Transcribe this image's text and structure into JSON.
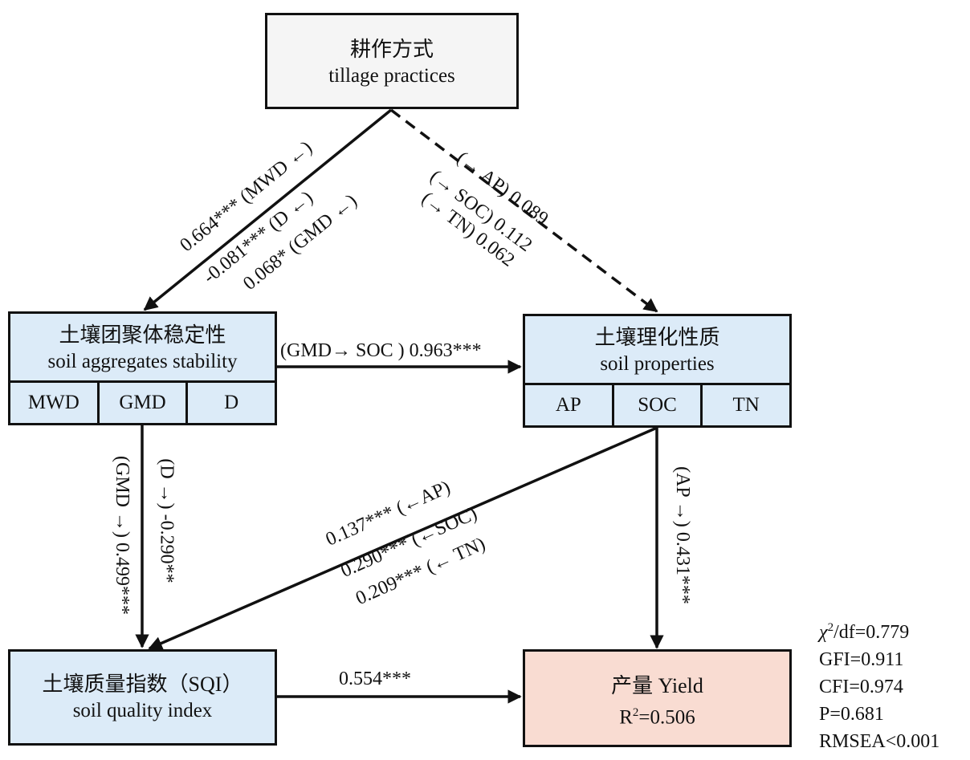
{
  "boxes": {
    "tillage": {
      "cn": "耕作方式",
      "en": "tillage practices"
    },
    "aggregates": {
      "cn": "土壤团聚体稳定性",
      "en": "soil aggregates stability",
      "cells": [
        "MWD",
        "GMD",
        "D"
      ]
    },
    "properties": {
      "cn": "土壤理化性质",
      "en": "soil properties",
      "cells": [
        "AP",
        "SOC",
        "TN"
      ]
    },
    "sqi": {
      "cn": "土壤质量指数（SQI）",
      "en": "soil quality index"
    },
    "yield": {
      "title": "产量 Yield",
      "r2_prefix": "R",
      "r2_sup": "2",
      "r2_value": "=0.506"
    }
  },
  "paths": {
    "tillage_to_aggregates": [
      "0.664*** (MWD ←)",
      "-0.081*** (D ←)",
      "0.068* (GMD ←)"
    ],
    "tillage_to_properties": [
      "(→ AP) 0.089",
      "(→ SOC) 0.112",
      "(→ TN) 0.062"
    ],
    "aggregates_to_properties": "(GMD→ SOC ) 0.963***",
    "aggregates_to_sqi_gmd": "(GMD →) 0.499***",
    "aggregates_to_sqi_d": "(D →) -0.290**",
    "properties_to_sqi": [
      "0.137*** (←AP)",
      "0.290*** (←SOC)",
      "0.209*** (← TN)"
    ],
    "properties_to_yield": "(AP →) 0.431***",
    "sqi_to_yield": "0.554***"
  },
  "fit_indices": {
    "chi_symbol": "χ",
    "chi_sup": "2",
    "chi_rest": "/df=0.779",
    "gfi": "GFI=0.911",
    "cfi": "CFI=0.974",
    "p": "P=0.681",
    "rmsea": "RMSEA<0.001"
  }
}
